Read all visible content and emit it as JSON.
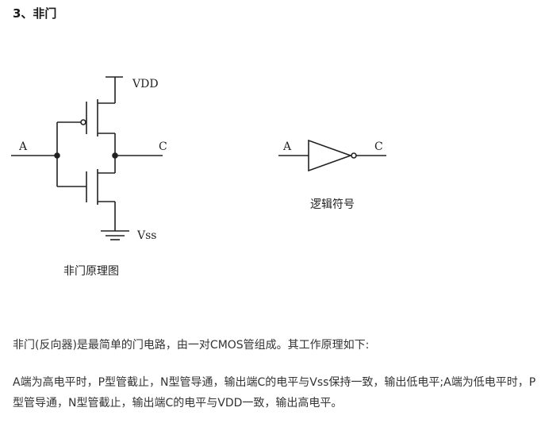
{
  "heading": "3、非门",
  "circuit": {
    "label_vdd": "VDD",
    "label_a": "A",
    "label_c": "C",
    "label_vss": "Vss",
    "caption": "非门原理图"
  },
  "symbol": {
    "label_a": "A",
    "label_c": "C",
    "caption": "逻辑符号"
  },
  "paragraphs": {
    "intro": "非门(反向器)是最简单的门电路，由一对CMOS管组成。其工作原理如下:",
    "principle": "A端为高电平时，P型管截止，N型管导通，输出端C的电平与Vss保持一致，输出低电平;A端为低电平时，P型管导通，N型管截止，输出端C的电平与VDD一致，输出高电平。"
  },
  "colors": {
    "line": "#222222",
    "text": "#333333"
  }
}
